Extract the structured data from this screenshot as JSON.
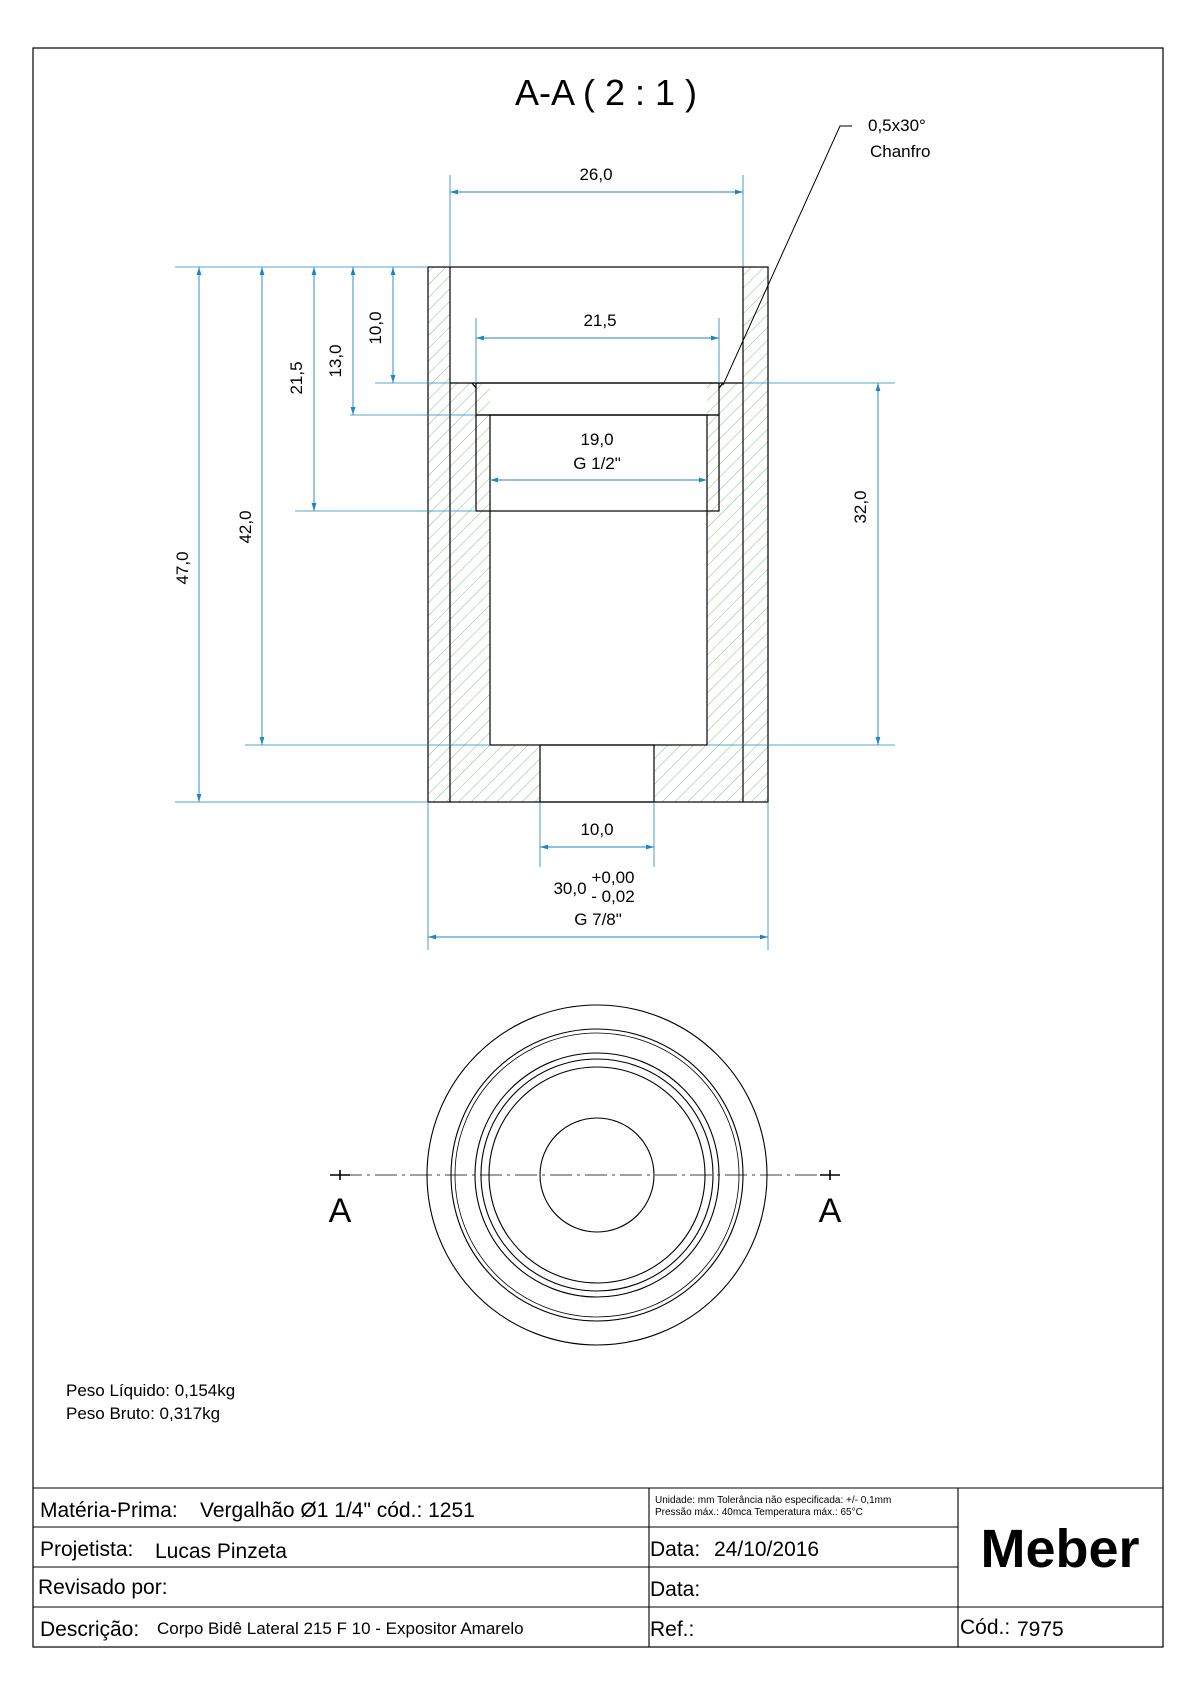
{
  "view_title": "A-A ( 2 : 1 )",
  "annotations": {
    "chamfer_value": "0,5x30°",
    "chamfer_label": "Chanfro"
  },
  "dimensions": {
    "top_width": "26,0",
    "inner_width": "21,5",
    "thread_diameter": "19,0",
    "thread_spec": "G 1/2\"",
    "height_47": "47,0",
    "height_42": "42,0",
    "height_21_5": "21,5",
    "height_13": "13,0",
    "height_10": "10,0",
    "height_32": "32,0",
    "bottom_hole": "10,0",
    "outer_diameter": "30,0",
    "tolerance_upper": "+0,00",
    "tolerance_lower": "- 0,02",
    "outer_thread": "G 7/8\""
  },
  "section_marks": {
    "left": "A",
    "right": "A"
  },
  "weights": {
    "net": "Peso Líquido: 0,154kg",
    "gross": "Peso Bruto: 0,317kg"
  },
  "title_block": {
    "material_label": "Matéria-Prima:",
    "material_value": "Vergalhão Ø1 1/4\" cód.: 1251",
    "notes_line1": "Unidade: mm Tolerância não especificada: +/- 0,1mm",
    "notes_line2": "Pressão máx.: 40mca      Temperatura máx.: 65°C",
    "designer_label": "Projetista:",
    "designer_value": "Lucas Pinzeta",
    "date_label": "Data:",
    "date_value": "24/10/2016",
    "reviewed_label": "Revisado por:",
    "date2_label": "Data:",
    "description_label": "Descrição:",
    "description_value": "Corpo Bidê Lateral 215  F 10 - Expositor  Amarelo",
    "ref_label": "Ref.:",
    "code_label": "Cód.:",
    "code_value": "7975",
    "logo": "Meber"
  },
  "colors": {
    "dimension": "#1e86c0",
    "hatch": "#4caf50",
    "outline": "#000000"
  }
}
